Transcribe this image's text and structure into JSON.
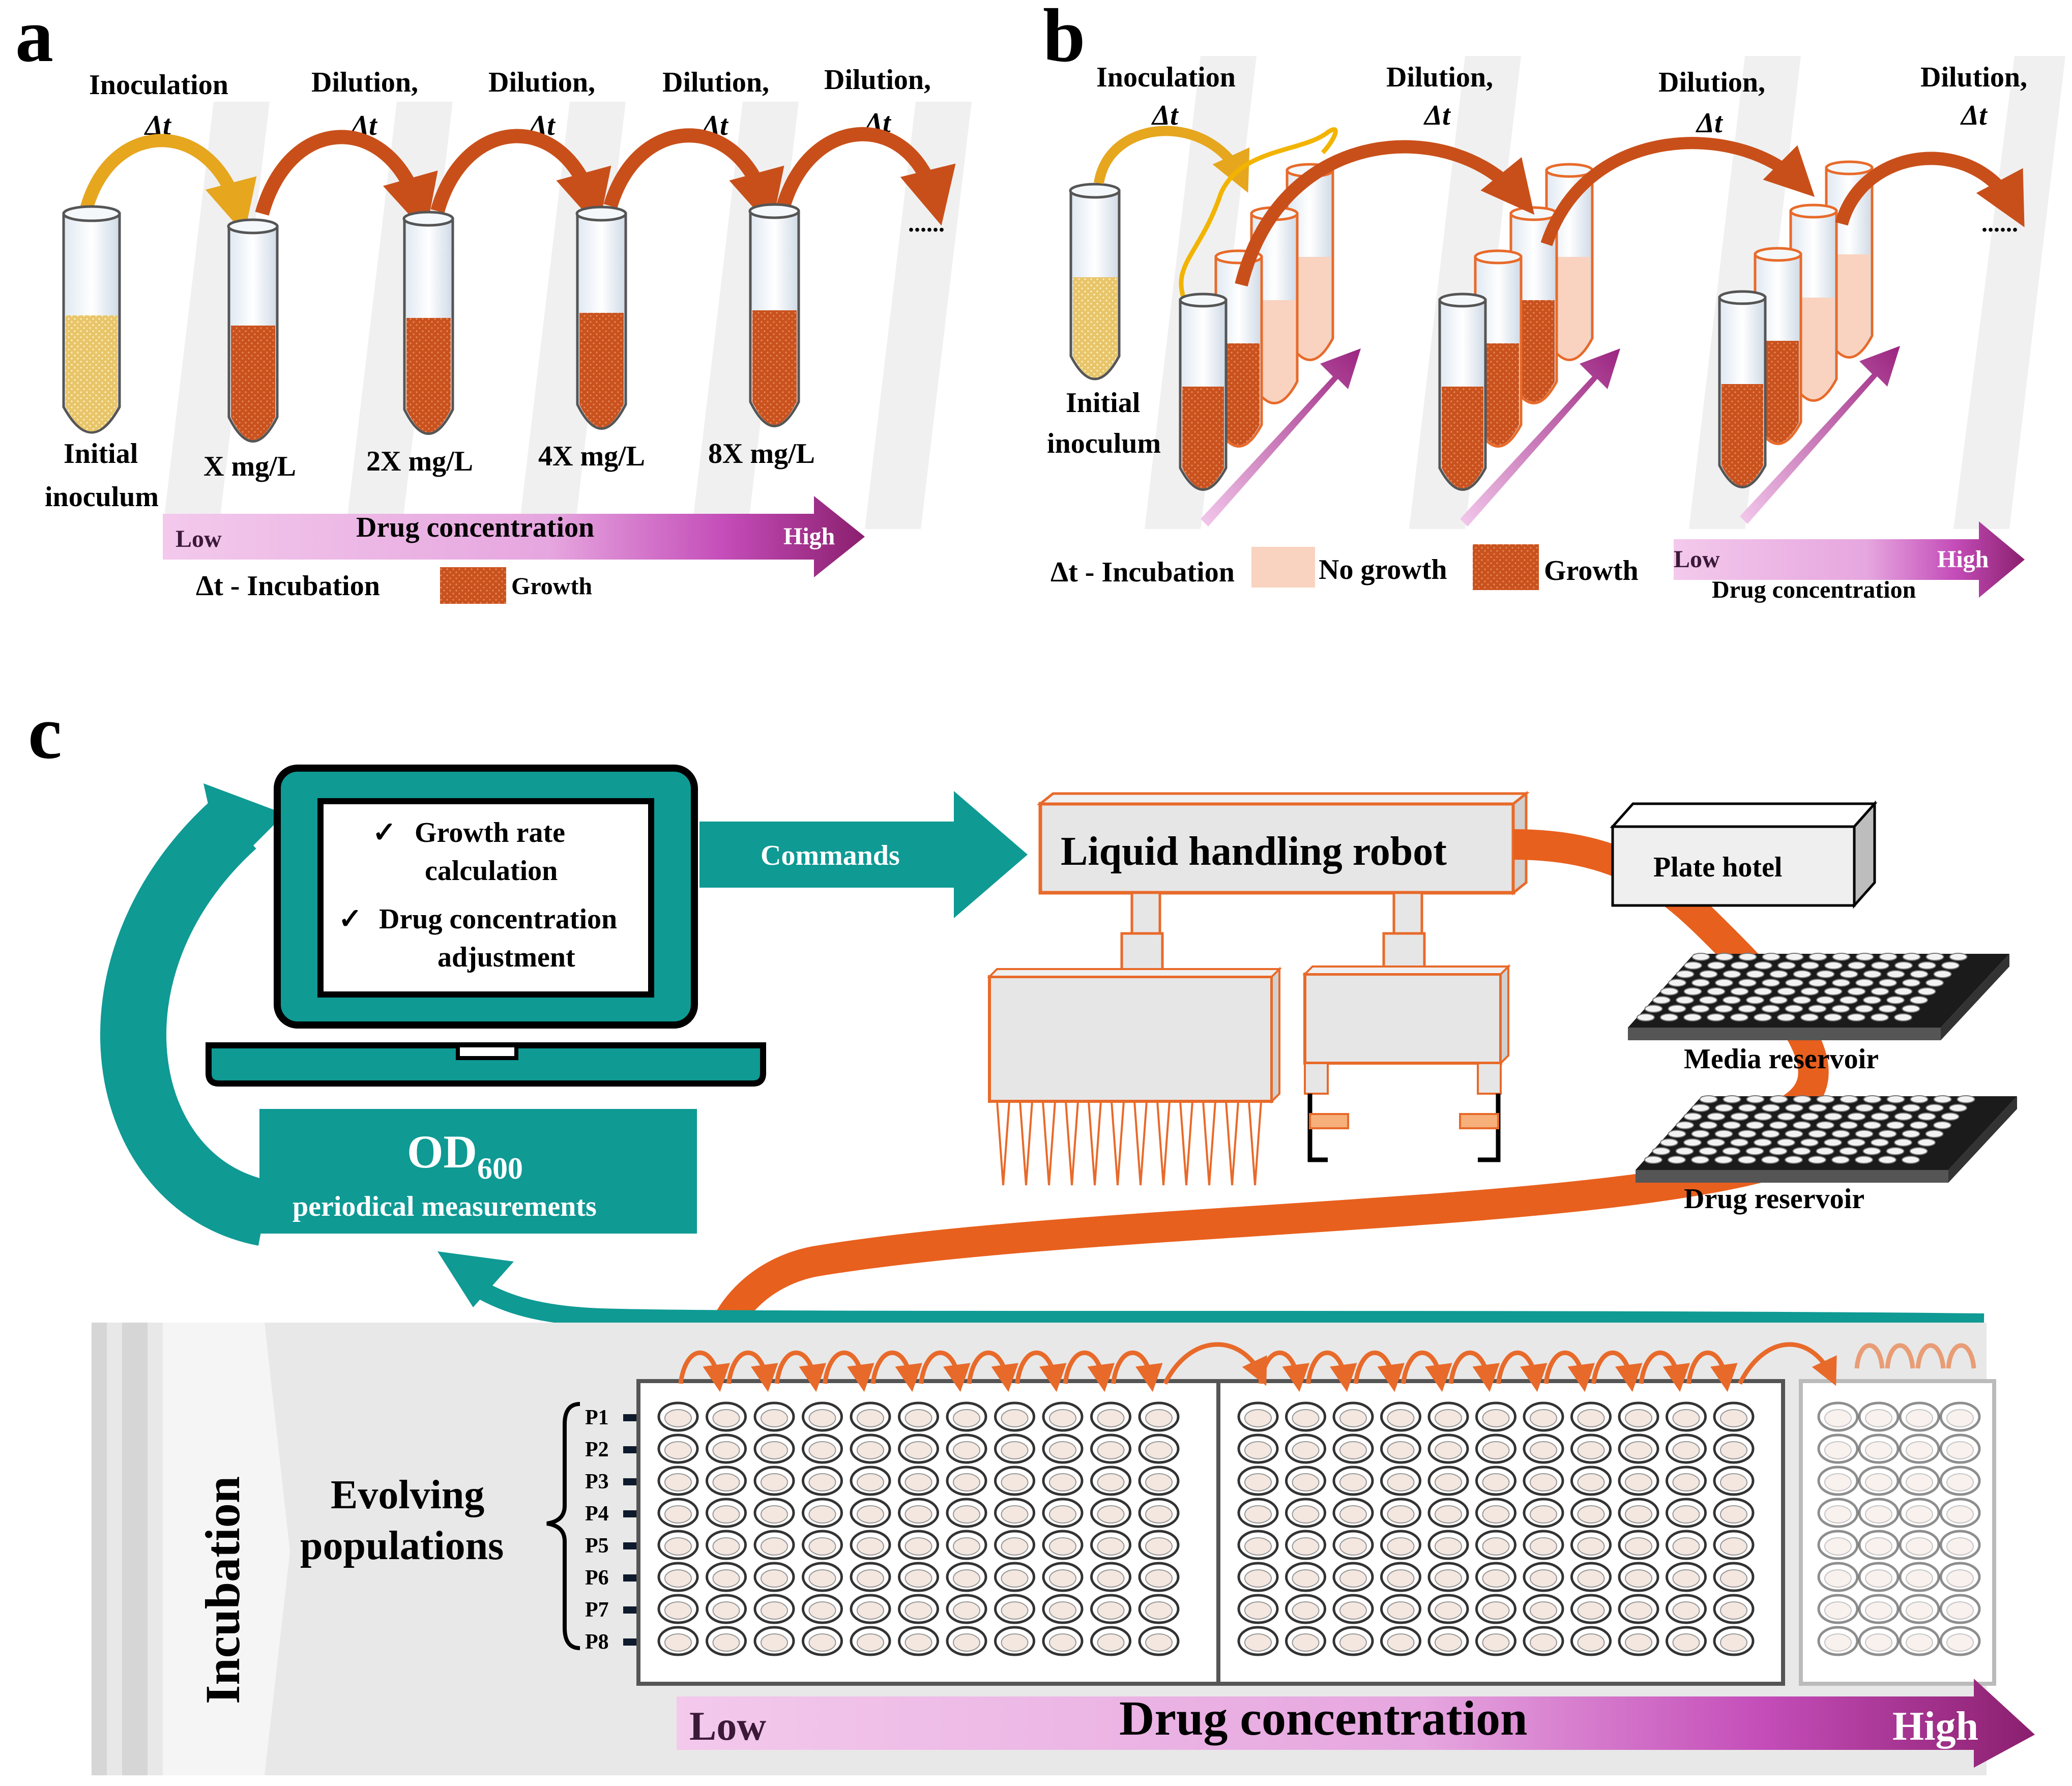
{
  "colors": {
    "tube_growth": "#c9521e",
    "tube_inoculum": "#e8c56a",
    "no_growth": "#f9d3c0",
    "arrow_orange": "#c94f1a",
    "arrow_yellow": "#e6a61e",
    "teal": "#0f9a94",
    "robot_orange": "#e86a2a",
    "gradient_low": "#f3c9ec",
    "gradient_high": "#8b1f6e",
    "panel_grey": "#e8e8e8"
  },
  "panel_a": {
    "letter": "a",
    "inoculation": "Inoculation",
    "dt": "Δt",
    "dilution": "Dilution,",
    "ellipsis": "......",
    "initial_line1": "Initial",
    "initial_line2": "inoculum",
    "concentrations": [
      "X mg/L",
      "2X mg/L",
      "4X mg/L",
      "8X mg/L"
    ],
    "low": "Low",
    "high": "High",
    "drug_concentration": "Drug  concentration",
    "legend_incubation": "Δt - Incubation",
    "legend_growth": "Growth"
  },
  "panel_b": {
    "letter": "b",
    "inoculation": "Inoculation",
    "dt": "Δt",
    "dilution": "Dilution,",
    "ellipsis": "......",
    "initial_line1": "Initial",
    "initial_line2": "inoculum",
    "legend_incubation": "Δt - Incubation",
    "legend_no_growth": "No growth",
    "legend_growth": "Growth",
    "low": "Low",
    "high": "High",
    "drug_concentration": "Drug  concentration"
  },
  "panel_c": {
    "letter": "c",
    "check1_line1": "Growth rate",
    "check1_line2": "calculation",
    "check2_line1": "Drug concentration",
    "check2_line2": "adjustment",
    "commands": "Commands",
    "robot": "Liquid handling robot",
    "plate_hotel": "Plate hotel",
    "media_reservoir": "Media reservoir",
    "drug_reservoir": "Drug reservoir",
    "od_main": "OD",
    "od_sub": "600",
    "od_caption": "periodical measurements",
    "incubation": "Incubation",
    "evolving_line1": "Evolving",
    "evolving_line2": "populations",
    "populations": [
      "P1",
      "P2",
      "P3",
      "P4",
      "P5",
      "P6",
      "P7",
      "P8"
    ],
    "low": "Low",
    "high": "High",
    "drug_concentration": "Drug  concentration"
  }
}
